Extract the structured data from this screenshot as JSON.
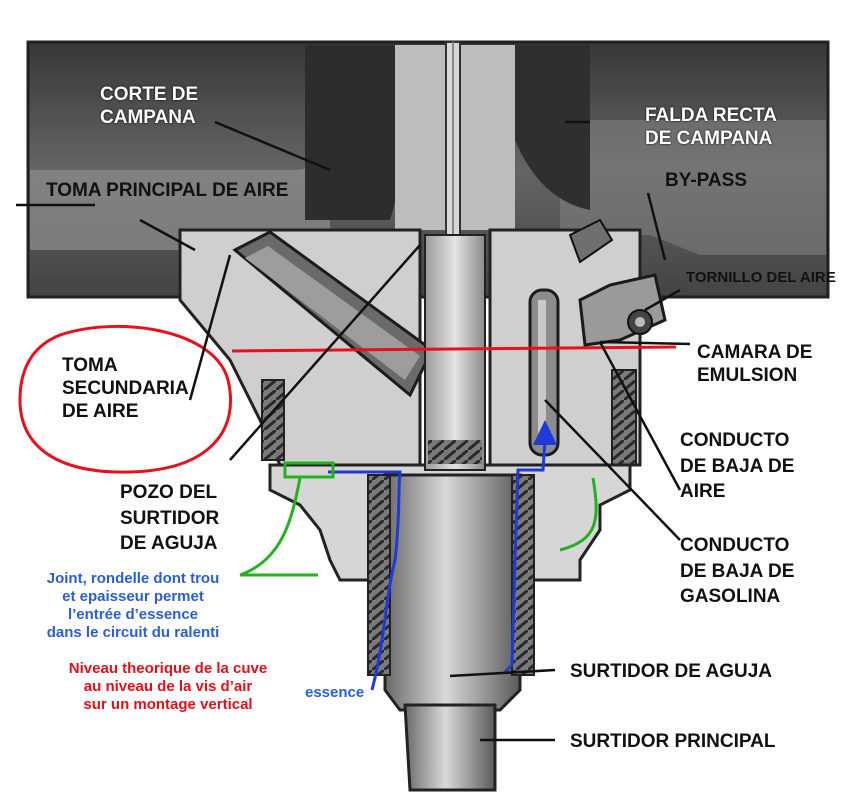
{
  "labels": {
    "corte": [
      "CORTE DE",
      "CAMPANA"
    ],
    "falda": [
      "FALDA RECTA",
      "DE CAMPANA"
    ],
    "bypass": "BY-PASS",
    "toma_principal": "TOMA PRINCIPAL DE AIRE",
    "tornillo": "TORNILLO DEL AIRE",
    "camara": [
      "CAMARA DE",
      "EMULSION"
    ],
    "toma_secundaria": [
      "TOMA",
      "SECUNDARIA",
      "DE AIRE"
    ],
    "conducto_aire": [
      "CONDUCTO",
      "DE BAJA DE",
      "AIRE"
    ],
    "pozo": [
      "POZO DEL",
      "SURTIDOR",
      "DE AGUJA"
    ],
    "conducto_gasolina": [
      "CONDUCTO",
      "DE BAJA DE",
      "GASOLINA"
    ],
    "joint": [
      "Joint, rondelle dont trou",
      "et epaisseur permet",
      "l’entrée d’essence",
      "dans le circuit du ralenti"
    ],
    "niveau": [
      "Niveau theorique de la cuve",
      "au niveau de la vis d’air",
      "sur un montage vertical"
    ],
    "surtidor_aguja": "SURTIDOR DE AGUJA",
    "essence": "essence",
    "surtidor_principal": "SURTIDOR PRINCIPAL"
  },
  "colors": {
    "level_line": "#e8101a",
    "essence_path": "#1e3ad8",
    "joint_callout": "#22b21e",
    "body_dark": "#4a4a4a",
    "body_mid": "#8c8c8c",
    "body_light": "#c8c8c8"
  }
}
